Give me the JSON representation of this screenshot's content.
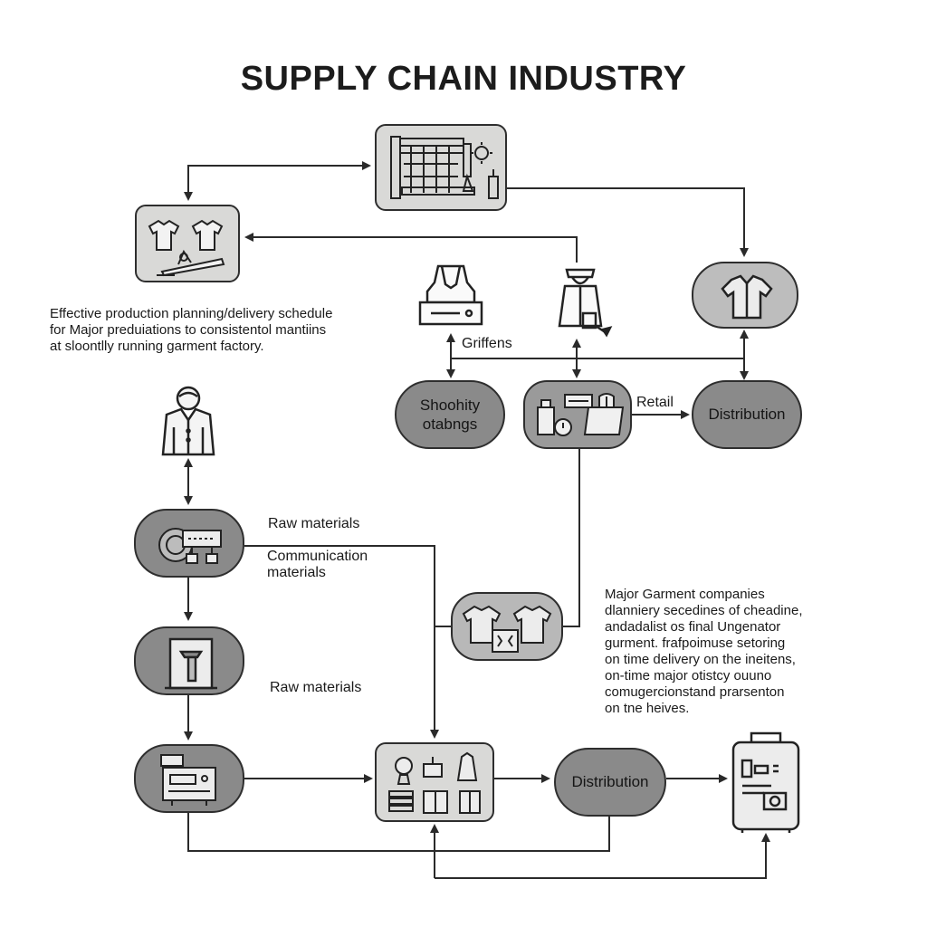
{
  "title": "SUPPLY CHAIN INDUSTRY",
  "notes": {
    "left_paragraph": [
      "Effective production planning/delivery schedule",
      "for Major preduiations to consistentol mantiins",
      "at sloontlly running garment factory."
    ],
    "right_paragraph": [
      "Major Garment companies",
      "dlanniery secedines of cheadine,",
      "andadalist os final Ungenator",
      "gurment. frafpoimuse setoring",
      "on time delivery  on the ineitens,",
      "on-time major otistcy ouuno",
      "comugercionstand prarsenton",
      "on tne heives."
    ]
  },
  "labels": {
    "raw_materials_top": "Raw materials",
    "communication_materials": "Communication materials",
    "raw_materials_bottom": "Raw materials",
    "griffens": "Griffens",
    "retail": "Retail"
  },
  "nodes": {
    "shoohity": "Shoohity otabngs",
    "distribution_right": "Distribution",
    "distribution_bottom": "Distribution"
  },
  "icons": {
    "factory": "factory-machinery-icon",
    "garments_sewing": "garments-sewing-icon",
    "vest": "vest-garment-icon",
    "tailor": "tailor-worker-icon",
    "shirt": "shirt-icon",
    "person": "business-person-icon",
    "raw_machine": "raw-material-machine-icon",
    "loom": "loom-frame-icon",
    "sewing_machine": "sewing-machine-icon",
    "retail_store": "retail-store-icon",
    "clothes_box": "clothes-box-icon",
    "warehouse_products": "warehouse-products-icon",
    "luggage": "luggage-shipment-icon"
  },
  "colors": {
    "line": "#2a2a2a",
    "box_fill": "#d9d9d7",
    "pill_dark": "#8a8a8a",
    "pill_light": "#bdbdbd"
  }
}
